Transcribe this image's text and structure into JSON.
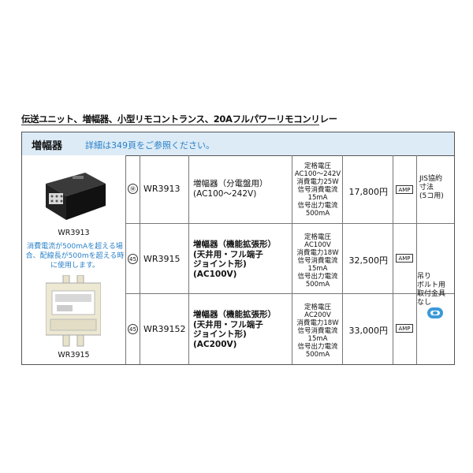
{
  "page_title": "伝送ユニット、増幅器、小型リモコントランス、20Aフルパワーリモコンリレー",
  "section": {
    "title": "増幅器",
    "note": "詳細は349頁をご参照ください。"
  },
  "images": {
    "top_caption": "WR3913",
    "note": "消費電流が500mAを超える場合、配線長が500mを超える時に使用します。",
    "bottom_caption": "WR3915"
  },
  "rows": [
    {
      "mark": "Ⓜ",
      "code": "WR3913",
      "name": "増幅器（分電盤用）\n(AC100〜242V)",
      "spec": "定格電圧\nAC100〜242V\n消費電力25W\n信号消費電流\n15mA\n信号出力電流\n500mA",
      "price": "17,800円",
      "amp": "AMP",
      "note": "JIS協約\n寸法\n(5コ用)"
    },
    {
      "mark": "45",
      "code": "WR3915",
      "name": "増幅器（機能拡張形）\n(天井用・フル端子\nジョイント形)\n(AC100V)",
      "spec": "定格電圧AC100V\n消費電力18W\n信号消費電流\n15mA\n信号出力電流\n500mA",
      "price": "32,500円",
      "amp": "AMP",
      "note": ""
    },
    {
      "mark": "45",
      "code": "WR39152",
      "name": "増幅器（機能拡張形）\n(天井用・フル端子\nジョイント形)\n(AC200V)",
      "spec": "定格電圧AC200V\n消費電力18W\n信号消費電流\n15mA\n信号出力電流\n500mA",
      "price": "33,000円",
      "amp": "AMP",
      "note": ""
    }
  ],
  "shared_note": "吊り\nボルト用\n取付金具\nなし",
  "colors": {
    "header_bg": "#dcebf6",
    "accent_blue": "#2a80c8"
  }
}
